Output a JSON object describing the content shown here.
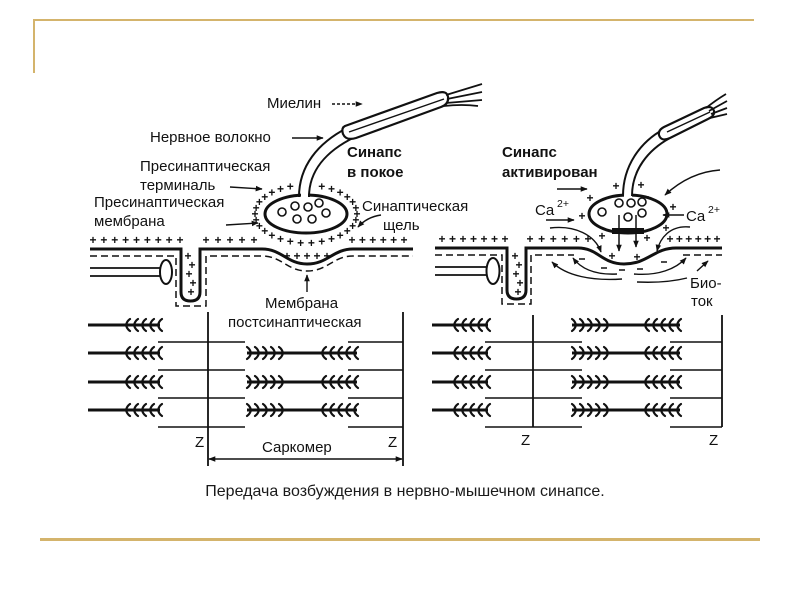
{
  "slide": {
    "caption": "Передача возбуждения в нервно-мышечном синапсе.",
    "accent_color": "#D4B46C"
  },
  "diagram": {
    "charge_symbols": {
      "positive": "+",
      "negative": "−"
    },
    "resting_panel": {
      "title": [
        "Синапс",
        "в покое"
      ],
      "myelin_label": "Миелин",
      "nerve_fiber_label": "Нервное волокно",
      "presynaptic_terminal_label": [
        "Пресинаптическая",
        "терминаль"
      ],
      "presynaptic_membrane_label": [
        "Пресинаптическая",
        "мембрана"
      ],
      "synaptic_cleft_label": [
        "Синаптическая",
        "щель"
      ],
      "postsynaptic_membrane_label": [
        "Мембрана",
        "постсинаптическая"
      ],
      "z_line_labels": [
        "Z",
        "Z"
      ],
      "sarcomere_label": "Саркомер"
    },
    "activated_panel": {
      "title": [
        "Синапс",
        "активирован"
      ],
      "calcium_ion_labels": [
        {
          "symbol": "Ca",
          "charge": "2+"
        },
        {
          "symbol": "Ca",
          "charge": "2+"
        }
      ],
      "biocurrent_label": [
        "Био-",
        "ток"
      ],
      "z_line_labels": [
        "Z",
        "Z"
      ]
    }
  }
}
